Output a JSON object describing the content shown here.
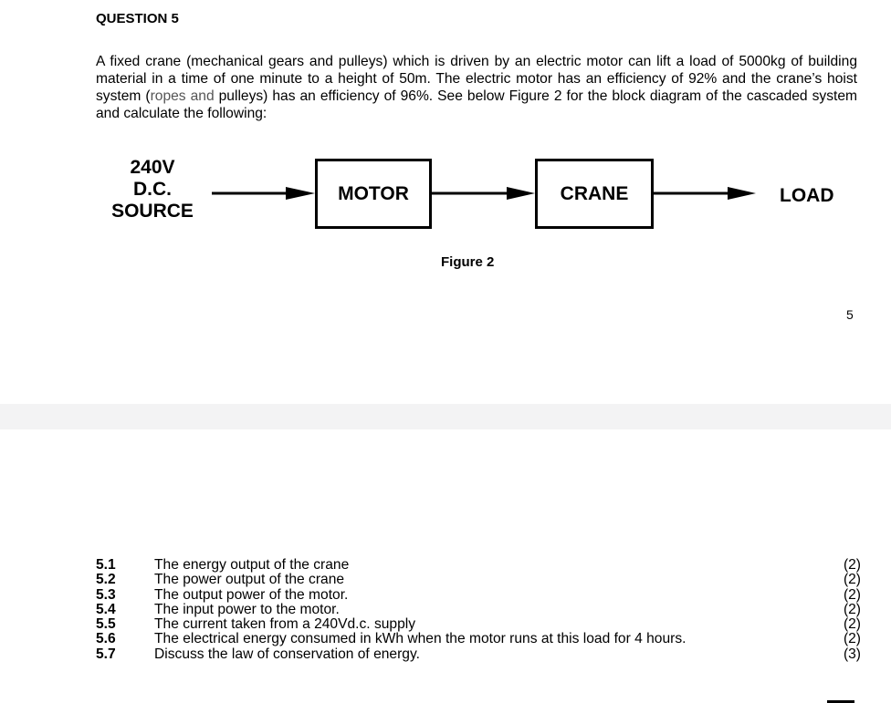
{
  "question": {
    "title": "QUESTION 5",
    "intro_part1": "A fixed crane (mechanical gears and pulleys) which is driven by an electric motor can lift a load of 5000kg of building material in a time of one minute to a height of 50m. The electric motor has an efficiency of 92% and the crane’s hoist system (",
    "intro_grey": "ropes and",
    "intro_part2": " pulleys) has an efficiency of 96%. See below Figure 2 for the block diagram of the cascaded system and calculate the following:"
  },
  "diagram": {
    "source_line1": "240V",
    "source_line2": "D.C.",
    "source_line3": "SOURCE",
    "block1": "MOTOR",
    "block2": "CRANE",
    "output": "LOAD",
    "caption": "Figure 2"
  },
  "page_number": "5",
  "sub_questions": [
    {
      "num": "5.1",
      "text": "The energy output of the crane",
      "marks": "(2)"
    },
    {
      "num": "5.2",
      "text": "The power output of the crane",
      "marks": "(2)"
    },
    {
      "num": "5.3",
      "text": "The output power of the motor.",
      "marks": "(2)"
    },
    {
      "num": "5.4",
      "text": "The input power to the motor.",
      "marks": "(2)"
    },
    {
      "num": "5.5",
      "text": "The current taken from a 240Vd.c. supply",
      "marks": "(2)"
    },
    {
      "num": "5.6",
      "text": "The electrical energy consumed in kWh when the motor runs at this load for 4 hours.",
      "marks": "(2)"
    },
    {
      "num": "5.7",
      "text": "Discuss the law of conservation of energy.",
      "marks": "(3)"
    }
  ]
}
